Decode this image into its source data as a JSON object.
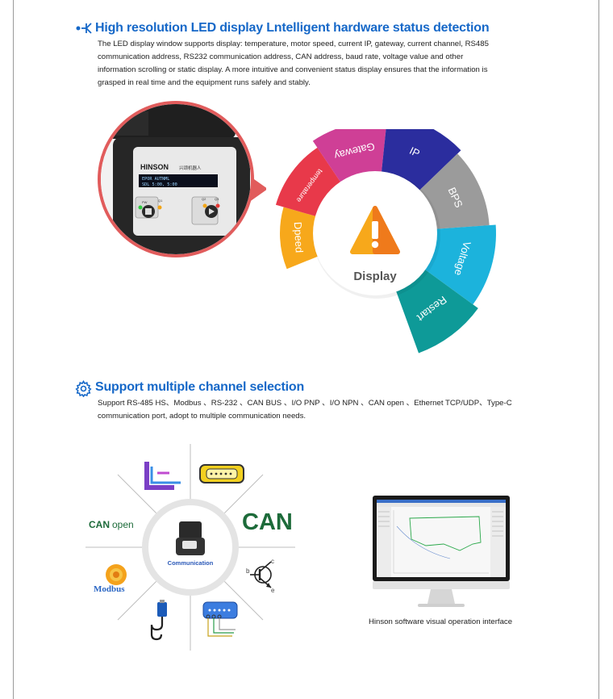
{
  "section1": {
    "title": "High resolution LED display   Lntelligent hardware status detection",
    "paragraph": "The LED display window supports display: temperature, motor speed, current IP, gateway, current channel, RS485 communication address, RS232 communication address, CAN address, baud rate, voltage value and other information scrolling or static display. A more intuitive and convenient status display ensures that the information is grasped in real time and the equipment runs safely and stably.",
    "device": {
      "brand": "HINSON",
      "brand_cn": "兴颂机器人",
      "screen_line1": "EPOR  AUTNML",
      "screen_line2": "SDL  5:00,  5:00",
      "label_pw": "PW",
      "label_q1": "Q1",
      "label_q2": "Q2",
      "label_q3": "Q3"
    },
    "wheel": {
      "center_label": "Display",
      "segments": [
        {
          "label": "Dpeed",
          "color": "#f7a81b"
        },
        {
          "label": "temperature",
          "color": "#e8394a"
        },
        {
          "label": "Gateway",
          "color": "#cf3f96"
        },
        {
          "label": "IP",
          "color": "#2b2d9e"
        },
        {
          "label": "BPS",
          "color": "#9b9b9b"
        },
        {
          "label": "Voltage",
          "color": "#1cb3dc"
        },
        {
          "label": "Restart",
          "color": "#0e9a98"
        }
      ]
    }
  },
  "section2": {
    "title": "Support multiple channel selection",
    "paragraph": "Support RS-485 HS、Modbus 、RS-232 、CAN BUS 、I/O PNP 、I/O NPN 、CAN open 、Ethernet TCP/UDP、Type-C communication port,  adopt to multiple communication  needs.",
    "communication": {
      "center_label": "Communication",
      "canopen_bold": "CAN",
      "canopen_light": "open",
      "can_label": "CAN",
      "modbus_label": "Modbus",
      "transistor_b": "b",
      "transistor_c": "c",
      "transistor_e": "e"
    },
    "monitor_caption": "Hinson software visual operation interface"
  },
  "colors": {
    "title_blue": "#1668c8",
    "can_green": "#1d6b3a"
  }
}
